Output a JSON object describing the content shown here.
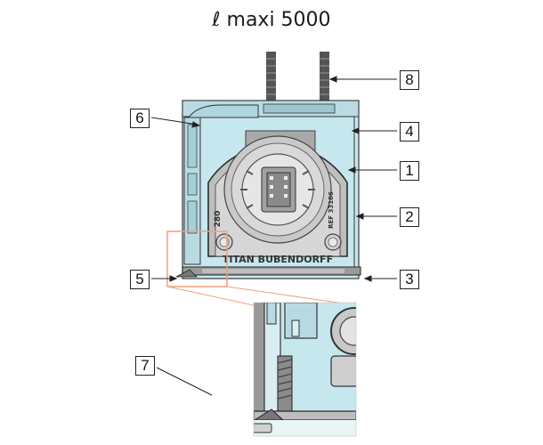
{
  "title": "ℓ maxi 5000",
  "housing_text": {
    "brand": "TITAN BUBENDORFF",
    "ref": "REF 33186",
    "size": "280"
  },
  "callouts": [
    {
      "id": "1",
      "label": "1"
    },
    {
      "id": "2",
      "label": "2"
    },
    {
      "id": "3",
      "label": "3"
    },
    {
      "id": "4",
      "label": "4"
    },
    {
      "id": "5",
      "label": "5"
    },
    {
      "id": "6",
      "label": "6"
    },
    {
      "id": "7",
      "label": "7"
    },
    {
      "id": "8",
      "label": "8"
    }
  ],
  "colors": {
    "housing_fill": "#c7e7ee",
    "highlight_box": "#f0a07a",
    "line": "#222222",
    "motor_fill": "#d8d8d8"
  }
}
